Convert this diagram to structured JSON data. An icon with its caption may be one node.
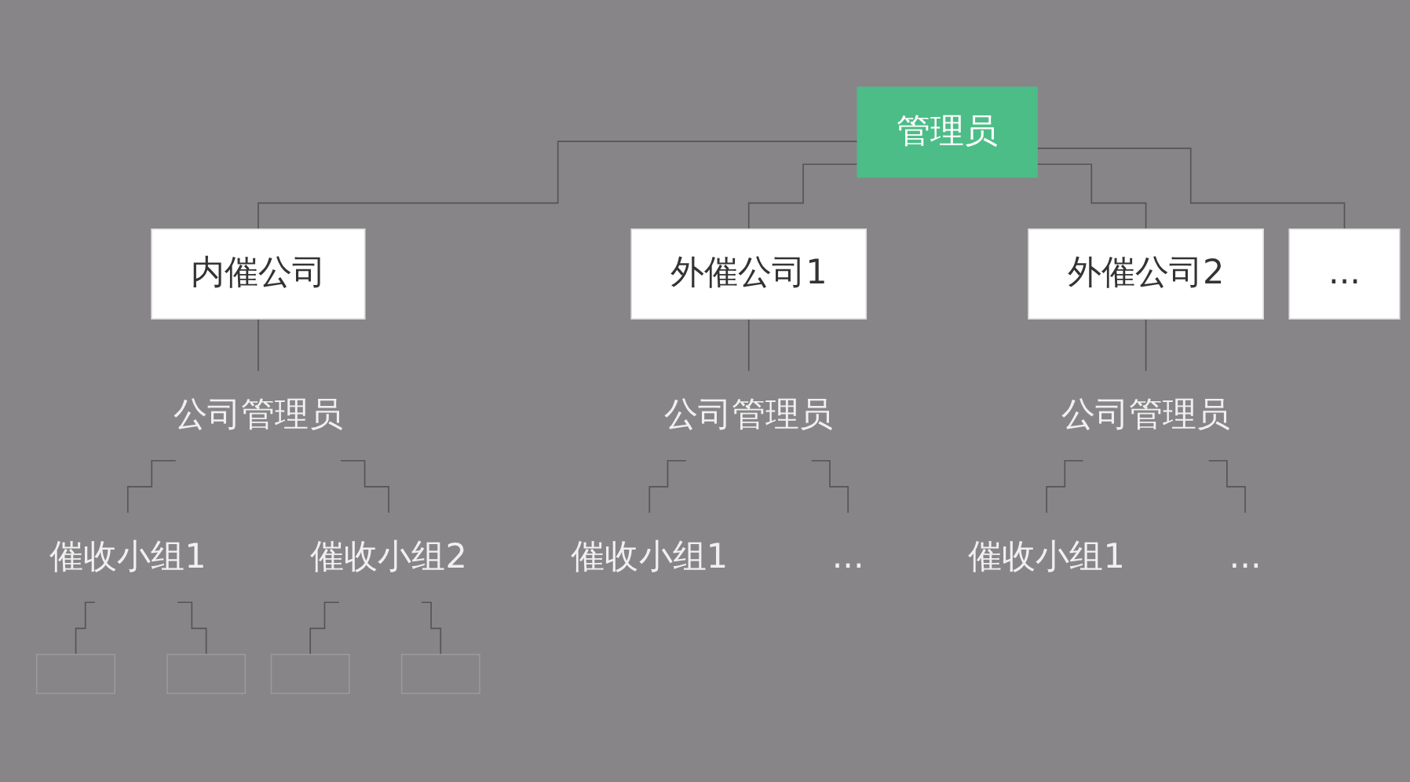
{
  "diagram": {
    "nodes": [
      {
        "text": [
          "管理员"
        ]
      },
      {
        "text": [
          "内催公司"
        ]
      },
      {
        "text": [
          "外催公司1"
        ]
      },
      {
        "text": [
          "外催公司2"
        ]
      },
      {
        "text": [
          "..."
        ]
      },
      {
        "text": [
          "公司管理员"
        ]
      },
      {
        "text": [
          "催收小组1"
        ]
      },
      {
        "text": [
          "催收小组2"
        ]
      },
      {
        "text": [],
        "shape": "box"
      },
      {
        "text": [],
        "shape": "box"
      },
      {
        "text": [],
        "shape": "box"
      },
      {
        "text": [],
        "shape": "box"
      },
      {
        "text": [
          "公司管理员"
        ]
      },
      {
        "text": [
          "催收小组1"
        ]
      },
      {
        "text": [
          "..."
        ]
      },
      {
        "text": [
          "公司管理员"
        ]
      },
      {
        "text": [
          "催收小组1"
        ]
      },
      {
        "text": [
          "..."
        ]
      }
    ],
    "edges": [
      {
        "from": 0,
        "to": 1,
        "arrow": "none"
      },
      {
        "from": 0,
        "to": 2,
        "arrow": "none"
      },
      {
        "from": 0,
        "to": 3,
        "arrow": "none"
      },
      {
        "from": 0,
        "to": 4,
        "arrow": "none"
      },
      {
        "from": 1,
        "to": 5,
        "arrow": "none"
      },
      {
        "from": 5,
        "to": 6,
        "arrow": "none"
      },
      {
        "from": 5,
        "to": 7,
        "arrow": "none"
      },
      {
        "from": 6,
        "to": 8,
        "arrow": "none"
      },
      {
        "from": 6,
        "to": 9,
        "arrow": "none"
      },
      {
        "from": 7,
        "to": 10,
        "arrow": "none"
      },
      {
        "from": 7,
        "to": 11,
        "arrow": "none"
      },
      {
        "from": 2,
        "to": 12,
        "arrow": "none"
      },
      {
        "from": 12,
        "to": 13,
        "arrow": "none"
      },
      {
        "from": 12,
        "to": 14,
        "arrow": "none"
      },
      {
        "from": 3,
        "to": 15,
        "arrow": "none"
      },
      {
        "from": 15,
        "to": 16,
        "arrow": "none"
      },
      {
        "from": 15,
        "to": 17,
        "arrow": "none"
      }
    ]
  }
}
